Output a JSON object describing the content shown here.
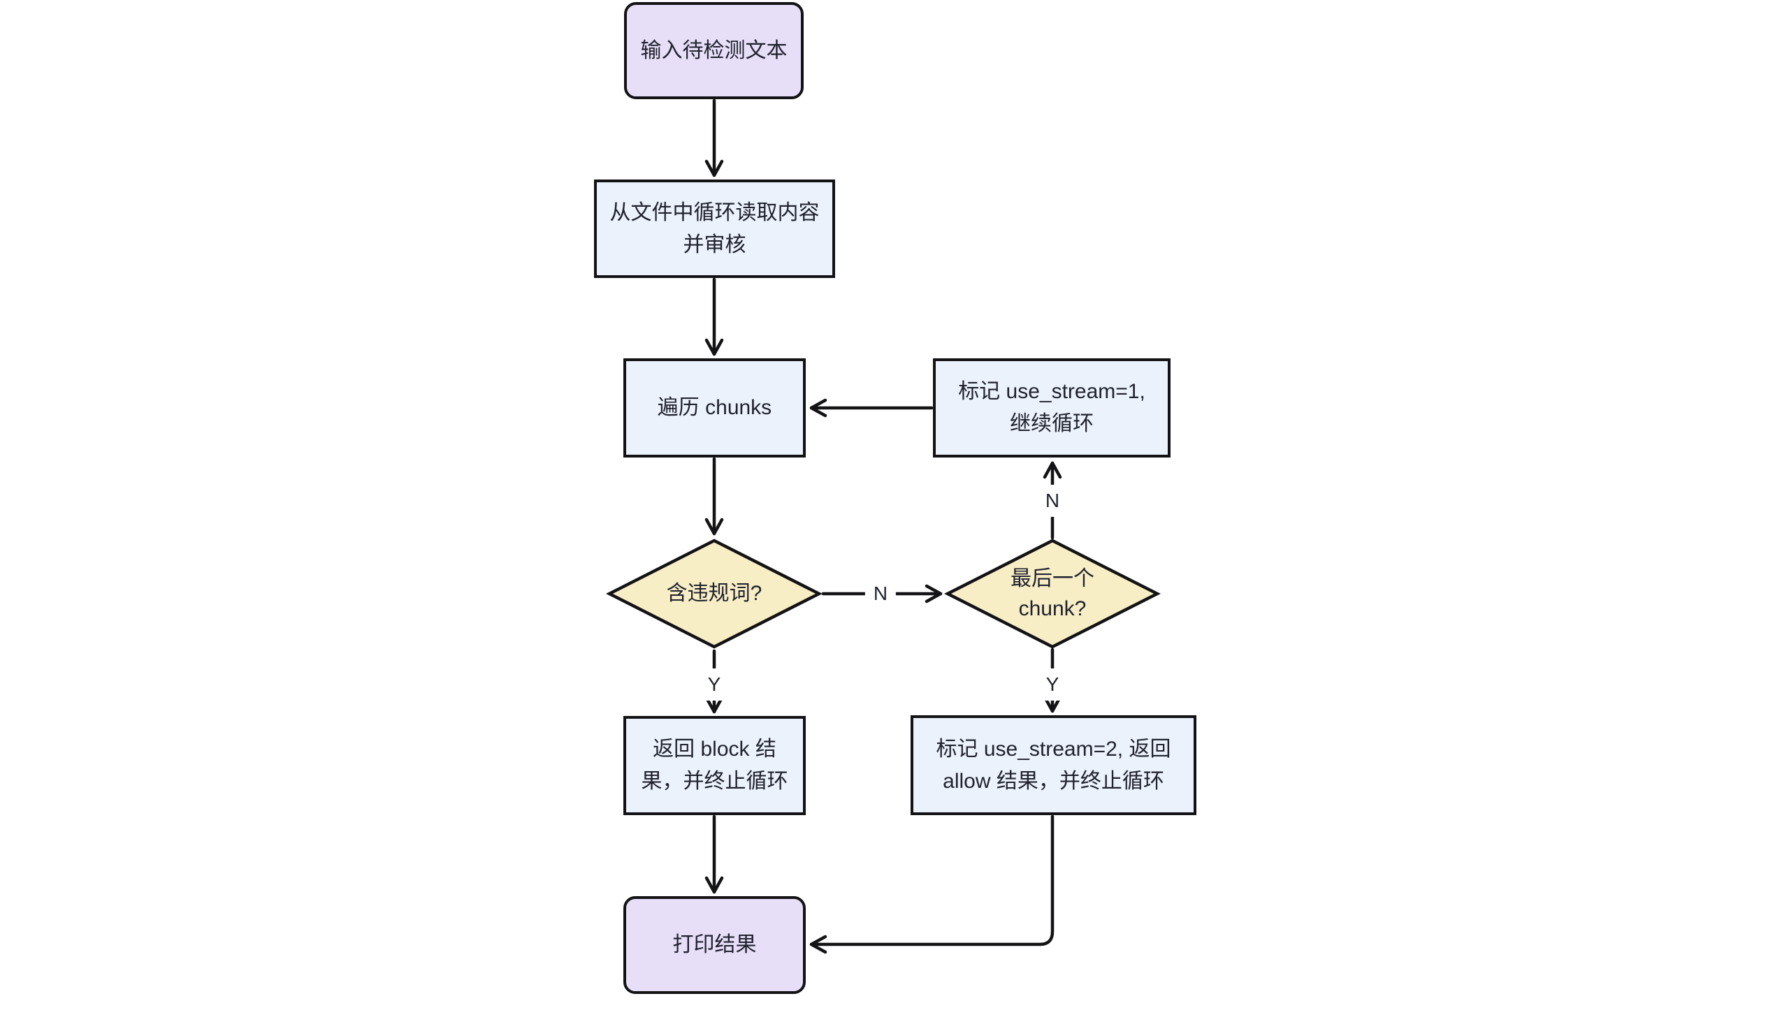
{
  "colors": {
    "background": "#ffffff",
    "node-border": "#131316",
    "edge": "#141417",
    "text": "#20222e",
    "node-purple": "#e7def8",
    "node-blue": "#ecf2fb",
    "node-yellow": "#f8eec6"
  },
  "nodes": {
    "start": {
      "label": "输入待检测文本"
    },
    "read_file": {
      "label": "从文件中循环读取内容\n并审核"
    },
    "iterate_chunks": {
      "label": "遍历 chunks"
    },
    "mark_stream1": {
      "label": "标记 use_stream=1,\n继续循环"
    },
    "has_violation": {
      "label": "含违规词?"
    },
    "last_chunk": {
      "label": "最后一个\nchunk?"
    },
    "return_block": {
      "label": "返回 block 结\n果，并终止循环"
    },
    "mark_stream2": {
      "label": "标记 use_stream=2, 返回\nallow 结果，并终止循环"
    },
    "print_result": {
      "label": "打印结果"
    }
  },
  "edge_labels": {
    "violation_no": "N",
    "violation_yes": "Y",
    "last_chunk_no": "N",
    "last_chunk_yes": "Y"
  }
}
